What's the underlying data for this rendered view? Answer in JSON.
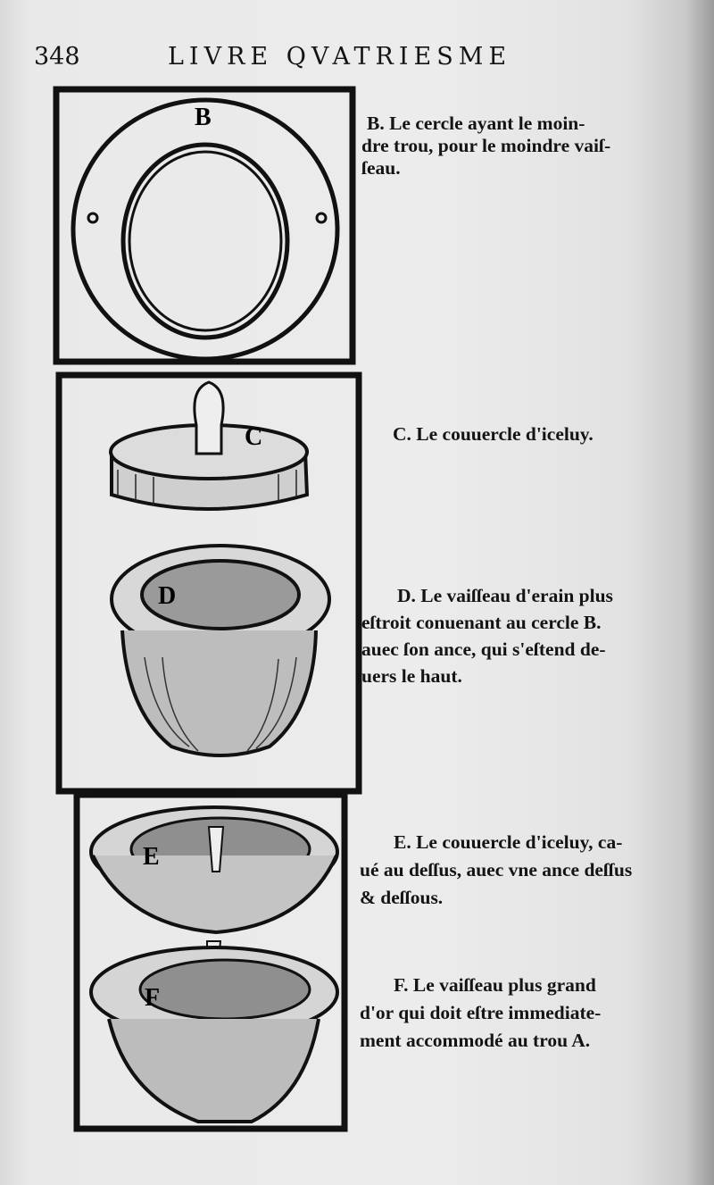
{
  "header": {
    "page_number": "348",
    "running_title": "LIVRE QVATRIESME"
  },
  "figures": [
    {
      "label": "B",
      "caption": [
        "B. Le cercle ayant le moin-",
        "dre trou, pour le moindre vaiſ-",
        "ſeau."
      ]
    },
    {
      "label": "C",
      "caption": [
        "C. Le couuercle d'iceluy."
      ]
    },
    {
      "label": "D",
      "caption": [
        "D. Le vaiſſeau d'erain plus",
        "eſtroit conuenant au cercle B.",
        "auec ſon ance, qui s'eſtend de-",
        "uers le haut."
      ]
    },
    {
      "label": "E",
      "caption": [
        "E. Le couuercle d'iceluy, ca-",
        "ué au deſſus, auec vne ance deſſus",
        "& deſſous."
      ]
    },
    {
      "label": "F",
      "caption": [
        "F. Le vaiſſeau plus grand",
        "d'or qui doit eſtre immediate-",
        "ment accommodé au trou A."
      ]
    }
  ]
}
